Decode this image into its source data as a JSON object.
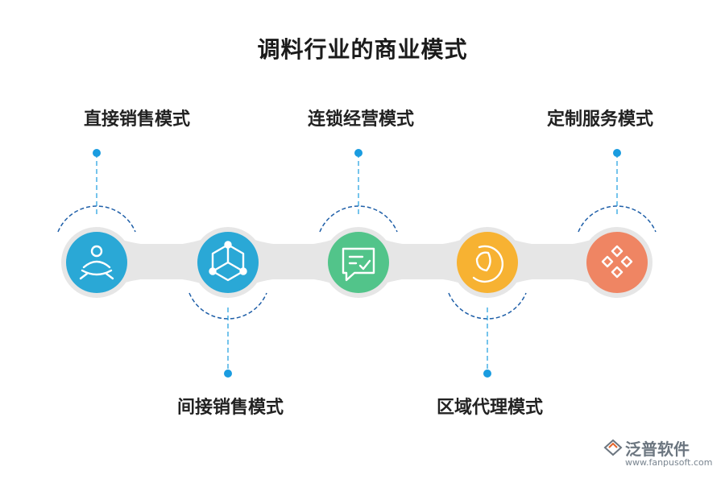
{
  "title": "调料行业的商业模式",
  "modes": [
    {
      "label": "直接销售模式",
      "icon": "person-meditate-icon",
      "color": "#2aa8d6"
    },
    {
      "label": "间接销售模式",
      "icon": "network-cube-icon",
      "color": "#2aa8d6"
    },
    {
      "label": "连锁经营模式",
      "icon": "chat-check-icon",
      "color": "#52c48a"
    },
    {
      "label": "区域代理模式",
      "icon": "circle-leaf-icon",
      "color": "#f7b232"
    },
    {
      "label": "定制服务模式",
      "icon": "diamond-grid-icon",
      "color": "#ef8563"
    }
  ],
  "brand": {
    "name": "泛普软件",
    "url": "www.fanpusoft.com"
  },
  "colors": {
    "track": "#e6e6e6",
    "dot": "#1a9ce0",
    "dash": "#1f5fa8"
  }
}
